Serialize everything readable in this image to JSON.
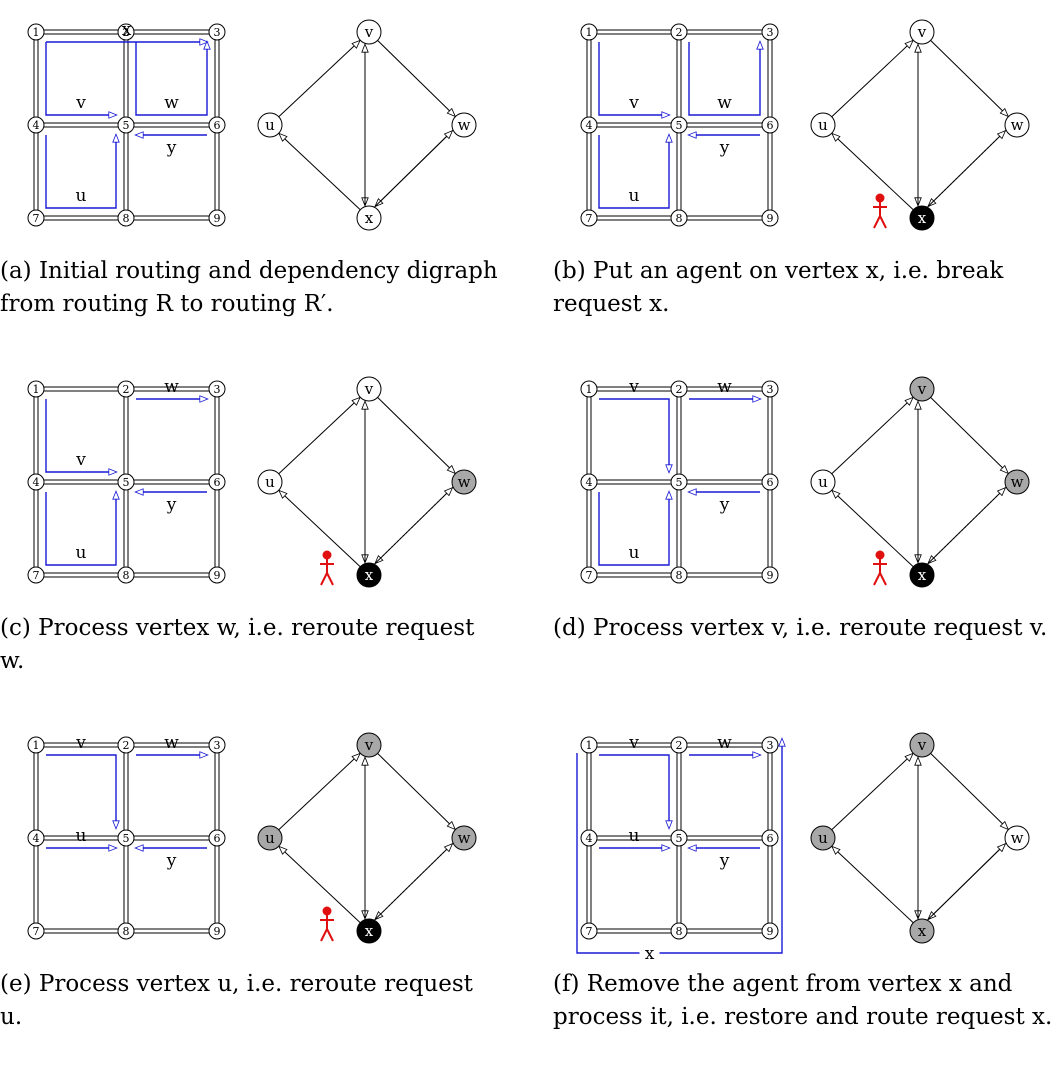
{
  "colors": {
    "route": "#1a1ad6",
    "agent": "#e01010",
    "black": "#000000",
    "gray": "#a8a8a8"
  },
  "grid_node_labels": [
    "1",
    "2",
    "3",
    "4",
    "5",
    "6",
    "7",
    "8",
    "9"
  ],
  "dep_vertices": [
    "u",
    "v",
    "w",
    "x"
  ],
  "panels": [
    {
      "id": "a",
      "caption": "(a) Initial routing and dependency digraph from routing R to routing R′.",
      "routes": [
        {
          "label": "x",
          "path": [
            1,
            3
          ]
        },
        {
          "label": "v",
          "path": [
            1,
            4,
            5
          ]
        },
        {
          "label": "w",
          "path": [
            2,
            5,
            6,
            3
          ]
        },
        {
          "label": "y",
          "path": [
            6,
            5
          ]
        },
        {
          "label": "u",
          "path": [
            4,
            7,
            8,
            5
          ]
        }
      ],
      "vertex_fill": {
        "u": "white",
        "v": "white",
        "w": "white",
        "x": "white"
      },
      "edges": [
        {
          "from": "u",
          "to": "v",
          "style": "solid"
        },
        {
          "from": "x",
          "to": "u",
          "style": "solid"
        },
        {
          "from": "v",
          "to": "x",
          "style": "solid"
        },
        {
          "from": "x",
          "to": "v",
          "style": "solid"
        },
        {
          "from": "v",
          "to": "w",
          "style": "solid"
        },
        {
          "from": "w",
          "to": "x",
          "style": "solid"
        },
        {
          "from": "x",
          "to": "w",
          "style": "solid"
        }
      ],
      "agent": false
    },
    {
      "id": "b",
      "caption": "(b) Put an agent on vertex x, i.e. break request x.",
      "routes": [
        {
          "label": "v",
          "path": [
            1,
            4,
            5
          ]
        },
        {
          "label": "w",
          "path": [
            2,
            5,
            6,
            3
          ]
        },
        {
          "label": "y",
          "path": [
            6,
            5
          ]
        },
        {
          "label": "u",
          "path": [
            4,
            7,
            8,
            5
          ]
        }
      ],
      "vertex_fill": {
        "u": "white",
        "v": "white",
        "w": "white",
        "x": "black"
      },
      "edges": [
        {
          "from": "u",
          "to": "v",
          "style": "solid"
        },
        {
          "from": "x",
          "to": "u",
          "style": "solid"
        },
        {
          "from": "v",
          "to": "x",
          "style": "dotted"
        },
        {
          "from": "x",
          "to": "v",
          "style": "solid"
        },
        {
          "from": "v",
          "to": "w",
          "style": "solid"
        },
        {
          "from": "w",
          "to": "x",
          "style": "dotted"
        },
        {
          "from": "x",
          "to": "w",
          "style": "solid"
        }
      ],
      "agent": true
    },
    {
      "id": "c",
      "caption": "(c) Process vertex w, i.e. reroute request w.",
      "routes": [
        {
          "label": "w",
          "path": [
            2,
            3
          ]
        },
        {
          "label": "v",
          "path": [
            1,
            4,
            5
          ]
        },
        {
          "label": "y",
          "path": [
            6,
            5
          ]
        },
        {
          "label": "u",
          "path": [
            4,
            7,
            8,
            5
          ]
        }
      ],
      "vertex_fill": {
        "u": "white",
        "v": "white",
        "w": "gray",
        "x": "black"
      },
      "edges": [
        {
          "from": "u",
          "to": "v",
          "style": "solid"
        },
        {
          "from": "x",
          "to": "u",
          "style": "solid"
        },
        {
          "from": "v",
          "to": "x",
          "style": "dotted"
        },
        {
          "from": "x",
          "to": "v",
          "style": "solid"
        },
        {
          "from": "v",
          "to": "w",
          "style": "solid"
        },
        {
          "from": "w",
          "to": "x",
          "style": "dotted"
        },
        {
          "from": "x",
          "to": "w",
          "style": "solid"
        }
      ],
      "agent": true
    },
    {
      "id": "d",
      "caption": "(d) Process vertex v, i.e. reroute request v.",
      "routes": [
        {
          "label": "w",
          "path": [
            2,
            3
          ]
        },
        {
          "label": "v",
          "path": [
            1,
            2,
            5
          ]
        },
        {
          "label": "y",
          "path": [
            6,
            5
          ]
        },
        {
          "label": "u",
          "path": [
            4,
            7,
            8,
            5
          ]
        }
      ],
      "vertex_fill": {
        "u": "white",
        "v": "gray",
        "w": "gray",
        "x": "black"
      },
      "edges": [
        {
          "from": "u",
          "to": "v",
          "style": "solid"
        },
        {
          "from": "x",
          "to": "u",
          "style": "solid"
        },
        {
          "from": "v",
          "to": "x",
          "style": "dotted"
        },
        {
          "from": "x",
          "to": "v",
          "style": "solid"
        },
        {
          "from": "v",
          "to": "w",
          "style": "solid"
        },
        {
          "from": "w",
          "to": "x",
          "style": "dotted"
        },
        {
          "from": "x",
          "to": "w",
          "style": "solid"
        }
      ],
      "agent": true
    },
    {
      "id": "e",
      "caption": "(e) Process vertex u, i.e. reroute request u.",
      "routes": [
        {
          "label": "v",
          "path": [
            1,
            2,
            5
          ]
        },
        {
          "label": "w",
          "path": [
            2,
            3
          ]
        },
        {
          "label": "u",
          "path": [
            4,
            5
          ]
        },
        {
          "label": "y",
          "path": [
            6,
            5
          ]
        }
      ],
      "vertex_fill": {
        "u": "gray",
        "v": "gray",
        "w": "gray",
        "x": "black"
      },
      "edges": [
        {
          "from": "u",
          "to": "v",
          "style": "solid"
        },
        {
          "from": "x",
          "to": "u",
          "style": "solid"
        },
        {
          "from": "v",
          "to": "x",
          "style": "dotted"
        },
        {
          "from": "x",
          "to": "v",
          "style": "solid"
        },
        {
          "from": "v",
          "to": "w",
          "style": "solid"
        },
        {
          "from": "w",
          "to": "x",
          "style": "dotted"
        },
        {
          "from": "x",
          "to": "w",
          "style": "solid"
        }
      ],
      "agent": true
    },
    {
      "id": "f",
      "caption": "(f) Remove the agent from vertex x and process it, i.e. restore and route request x.",
      "routes": [
        {
          "label": "v",
          "path": [
            1,
            2,
            5
          ]
        },
        {
          "label": "w",
          "path": [
            2,
            3
          ]
        },
        {
          "label": "u",
          "path": [
            4,
            5
          ]
        },
        {
          "label": "y",
          "path": [
            6,
            5
          ]
        },
        {
          "label": "x",
          "path": [
            1,
            7,
            9,
            3
          ],
          "outer": true
        }
      ],
      "vertex_fill": {
        "u": "gray",
        "v": "gray",
        "w": "white",
        "x": "gray"
      },
      "edges": [
        {
          "from": "u",
          "to": "v",
          "style": "solid"
        },
        {
          "from": "x",
          "to": "u",
          "style": "solid"
        },
        {
          "from": "v",
          "to": "x",
          "style": "solid"
        },
        {
          "from": "x",
          "to": "v",
          "style": "solid"
        },
        {
          "from": "v",
          "to": "w",
          "style": "solid"
        },
        {
          "from": "w",
          "to": "x",
          "style": "solid"
        },
        {
          "from": "x",
          "to": "w",
          "style": "solid"
        }
      ],
      "agent": false
    }
  ]
}
